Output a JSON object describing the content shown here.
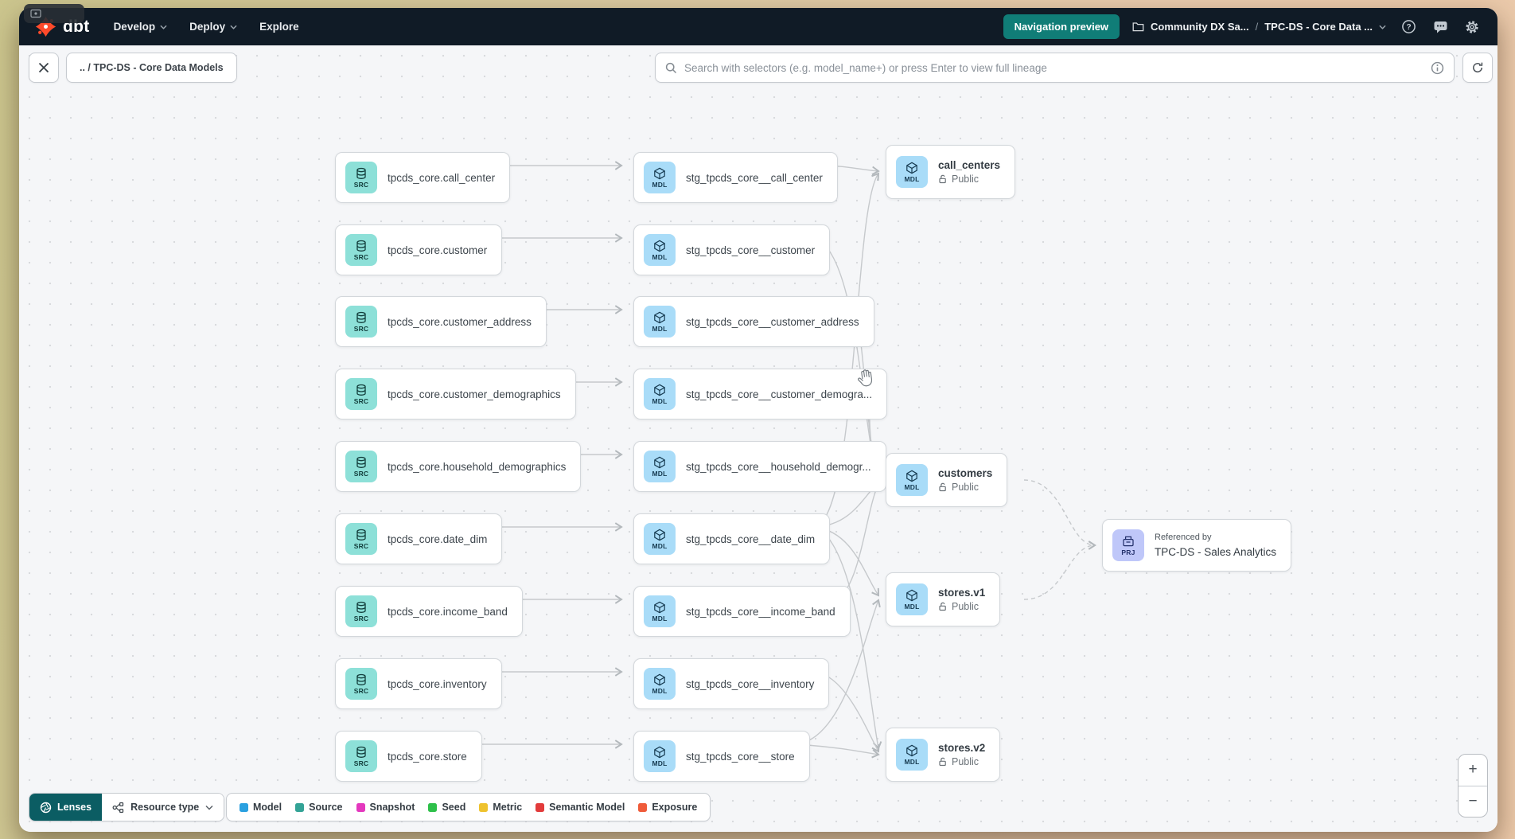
{
  "navbar": {
    "logo_text": "dbt",
    "items": [
      {
        "label": "Develop",
        "has_chevron": true
      },
      {
        "label": "Deploy",
        "has_chevron": true
      },
      {
        "label": "Explore",
        "has_chevron": false
      }
    ],
    "preview_button": "Navigation preview",
    "account": "Community DX Sa...",
    "separator": "/",
    "project": "TPC-DS - Core Data ..."
  },
  "lineage_toolbar": {
    "breadcrumb": ".. / TPC-DS - Core Data Models",
    "search_placeholder": "Search with selectors (e.g. model_name+) or press Enter to view full lineage"
  },
  "graph": {
    "src_nodes": [
      {
        "badge": "SRC",
        "label": "tpcds_core.call_center"
      },
      {
        "badge": "SRC",
        "label": "tpcds_core.customer"
      },
      {
        "badge": "SRC",
        "label": "tpcds_core.customer_address"
      },
      {
        "badge": "SRC",
        "label": "tpcds_core.customer_demographics"
      },
      {
        "badge": "SRC",
        "label": "tpcds_core.household_demographics"
      },
      {
        "badge": "SRC",
        "label": "tpcds_core.date_dim"
      },
      {
        "badge": "SRC",
        "label": "tpcds_core.income_band"
      },
      {
        "badge": "SRC",
        "label": "tpcds_core.inventory"
      },
      {
        "badge": "SRC",
        "label": "tpcds_core.store"
      }
    ],
    "stg_nodes": [
      {
        "badge": "MDL",
        "label": "stg_tpcds_core__call_center"
      },
      {
        "badge": "MDL",
        "label": "stg_tpcds_core__customer"
      },
      {
        "badge": "MDL",
        "label": "stg_tpcds_core__customer_address"
      },
      {
        "badge": "MDL",
        "label": "stg_tpcds_core__customer_demogra..."
      },
      {
        "badge": "MDL",
        "label": "stg_tpcds_core__household_demogr..."
      },
      {
        "badge": "MDL",
        "label": "stg_tpcds_core__date_dim"
      },
      {
        "badge": "MDL",
        "label": "stg_tpcds_core__income_band"
      },
      {
        "badge": "MDL",
        "label": "stg_tpcds_core__inventory"
      },
      {
        "badge": "MDL",
        "label": "stg_tpcds_core__store"
      }
    ],
    "public_nodes": [
      {
        "badge": "MDL",
        "label": "call_centers",
        "access": "Public"
      },
      {
        "badge": "MDL",
        "label": "customers",
        "access": "Public"
      },
      {
        "badge": "MDL",
        "label": "stores.v1",
        "access": "Public"
      },
      {
        "badge": "MDL",
        "label": "stores.v2",
        "access": "Public"
      }
    ],
    "project_node": {
      "badge": "PRJ",
      "ref_label": "Referenced by",
      "label": "TPC-DS - Sales Analytics"
    },
    "edges": [
      [
        "tpcds_core.call_center",
        "stg_tpcds_core__call_center"
      ],
      [
        "tpcds_core.customer",
        "stg_tpcds_core__customer"
      ],
      [
        "tpcds_core.customer_address",
        "stg_tpcds_core__customer_address"
      ],
      [
        "tpcds_core.customer_demographics",
        "stg_tpcds_core__customer_demogra..."
      ],
      [
        "tpcds_core.household_demographics",
        "stg_tpcds_core__household_demogr..."
      ],
      [
        "tpcds_core.date_dim",
        "stg_tpcds_core__date_dim"
      ],
      [
        "tpcds_core.income_band",
        "stg_tpcds_core__income_band"
      ],
      [
        "tpcds_core.inventory",
        "stg_tpcds_core__inventory"
      ],
      [
        "tpcds_core.store",
        "stg_tpcds_core__store"
      ],
      [
        "stg_tpcds_core__call_center",
        "call_centers"
      ],
      [
        "stg_tpcds_core__date_dim",
        "call_centers"
      ],
      [
        "stg_tpcds_core__customer",
        "customers"
      ],
      [
        "stg_tpcds_core__customer_address",
        "customers"
      ],
      [
        "stg_tpcds_core__customer_demogra...",
        "customers"
      ],
      [
        "stg_tpcds_core__household_demogr...",
        "customers"
      ],
      [
        "stg_tpcds_core__date_dim",
        "customers"
      ],
      [
        "stg_tpcds_core__income_band",
        "customers"
      ],
      [
        "stg_tpcds_core__date_dim",
        "stores.v1"
      ],
      [
        "stg_tpcds_core__store",
        "stores.v1"
      ],
      [
        "stg_tpcds_core__date_dim",
        "stores.v2"
      ],
      [
        "stg_tpcds_core__inventory",
        "stores.v2"
      ],
      [
        "stg_tpcds_core__store",
        "stores.v2"
      ],
      [
        "customers",
        "TPC-DS - Sales Analytics"
      ],
      [
        "stores.v1",
        "TPC-DS - Sales Analytics"
      ]
    ]
  },
  "bottom_bar": {
    "lenses_label": "Lenses",
    "resource_type_label": "Resource type"
  },
  "legend": {
    "items": [
      {
        "label": "Model",
        "color": "#2AA0E0"
      },
      {
        "label": "Source",
        "color": "#33A396"
      },
      {
        "label": "Snapshot",
        "color": "#E438BE"
      },
      {
        "label": "Seed",
        "color": "#2EC04A"
      },
      {
        "label": "Metric",
        "color": "#EEC22E"
      },
      {
        "label": "Semantic Model",
        "color": "#E23B3B"
      },
      {
        "label": "Exposure",
        "color": "#EF5B3A"
      }
    ]
  },
  "zoom_controls": {
    "zoom_in": "+",
    "zoom_out": "−"
  }
}
